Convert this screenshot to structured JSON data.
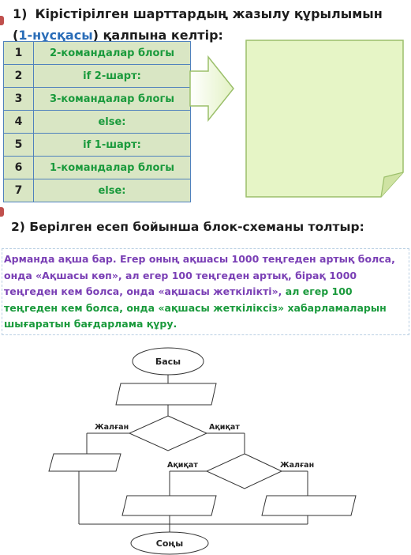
{
  "task1": {
    "number": "1)",
    "title_part1": "Кірістірілген шарттардың жазылу құрылымын",
    "paren_open": "(",
    "variant": "1-нұсқасы",
    "title_part2": ") қалпына келтір:",
    "rows": [
      {
        "n": "1",
        "code": "2-командалар блогы"
      },
      {
        "n": "2",
        "code": "if 2-шарт:"
      },
      {
        "n": "3",
        "code": "3-командалар блогы"
      },
      {
        "n": "4",
        "code": "else:"
      },
      {
        "n": "5",
        "code": "if 1-шарт:"
      },
      {
        "n": "6",
        "code": "1-командалар блогы"
      },
      {
        "n": "7",
        "code": "else:"
      }
    ]
  },
  "task2": {
    "title": "2) Берілген есеп бойынша блок-схеманы толтыр:",
    "text_part1": "Арманда ақша бар. Егер оның ақшасы 1000 теңгеден артық болса, онда «Ақшасы көп», ал егер 100 теңгеден артық, бірақ 1000 теңгеден кем болса, онда «ақшасы жеткілікті», ",
    "text_part2": "ал егер 100 теңгеден кем болса, онда «ақшасы жеткіліксіз» хабарламаларын шығаратын бағдарлама құру."
  },
  "flowchart": {
    "start": "Басы",
    "end": "Соңы",
    "false_label_1": "Жалған",
    "true_label_1": "Ақиқат",
    "true_label_2": "Ақиқат",
    "false_label_2": "Жалған"
  },
  "colors": {
    "table_fill": "#d9e6c4",
    "table_border": "#4f81bd",
    "green_text": "#1a9a3c",
    "red_keyword": "#e8231c",
    "purple_text": "#7a3fb5",
    "answer_box": "#e6f5c6"
  }
}
